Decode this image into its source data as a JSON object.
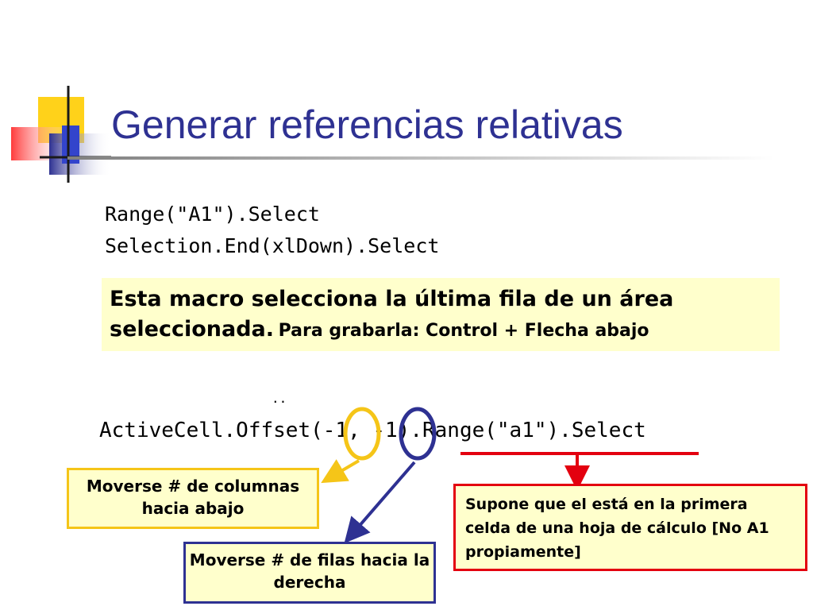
{
  "slide": {
    "title": "Generar referencias relativas",
    "code_block_1": [
      "Range(\"A1\").Select",
      "Selection.End(xlDown).Select"
    ],
    "note_main": "Esta macro selecciona la última fila de un área seleccionada.",
    "note_sub": "Para grabarla: Control + Flecha abajo",
    "dots": "..",
    "code_line_2": "ActiveCell.Offset(-1, -1).Range(\"a1\").Select",
    "callout_columns": "Moverse # de columnas hacia abajo",
    "callout_rows": "Moverse # de filas hacia la derecha",
    "callout_cell": "Supone que el está en la primera celda de una hoja de cálculo [No A1 propiamente]"
  },
  "colors": {
    "title": "#2e3192",
    "note_background": "#ffffcc",
    "yellow_accent": "#f5c518",
    "blue_accent": "#2e3192",
    "red_accent": "#e3000f"
  },
  "icons": [
    "slide-logo-squares",
    "yellow-circle-highlight",
    "blue-circle-highlight",
    "red-bracket-line",
    "yellow-arrow",
    "blue-arrow",
    "red-arrow"
  ]
}
